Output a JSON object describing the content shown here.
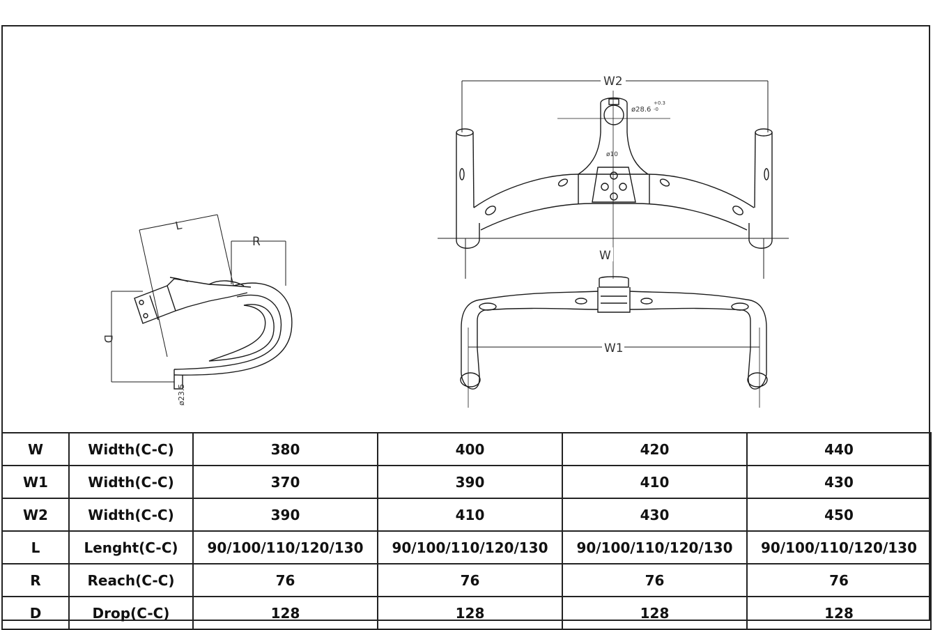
{
  "drawings": {
    "side_view": {
      "dim_L": "L",
      "dim_R": "R",
      "dim_D": "D",
      "bar_diameter": "ø23.5"
    },
    "front_view": {
      "dim_W2": "W2",
      "dim_W": "W",
      "dim_W1": "W1",
      "clamp_diameter": "ø28.6",
      "clamp_tolerance_upper": "+0.3",
      "clamp_tolerance_lower": "-0",
      "center_mark": "ø10"
    }
  },
  "spec_table": {
    "rows": [
      {
        "code": "W",
        "name": "Width(C-C)",
        "values": [
          "380",
          "400",
          "420",
          "440"
        ]
      },
      {
        "code": "W1",
        "name": "Width(C-C)",
        "values": [
          "370",
          "390",
          "410",
          "430"
        ]
      },
      {
        "code": "W2",
        "name": "Width(C-C)",
        "values": [
          "390",
          "410",
          "430",
          "450"
        ]
      },
      {
        "code": "L",
        "name": "Lenght(C-C)",
        "values": [
          "90/100/110/120/130",
          "90/100/110/120/130",
          "90/100/110/120/130",
          "90/100/110/120/130"
        ]
      },
      {
        "code": "R",
        "name": "Reach(C-C)",
        "values": [
          "76",
          "76",
          "76",
          "76"
        ]
      },
      {
        "code": "D",
        "name": "Drop(C-C)",
        "values": [
          "128",
          "128",
          "128",
          "128"
        ]
      }
    ]
  }
}
